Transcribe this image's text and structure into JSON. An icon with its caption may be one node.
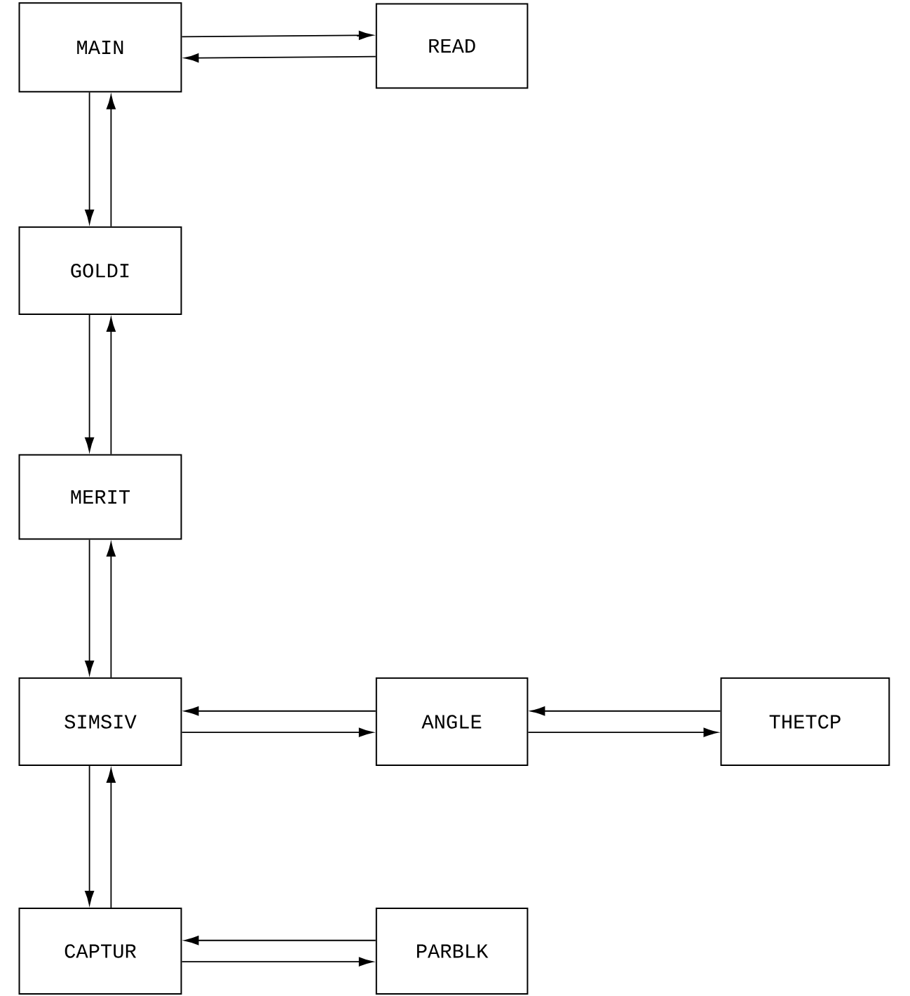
{
  "diagram": {
    "nodes": [
      {
        "text": [
          "MAIN"
        ]
      },
      {
        "text": [
          "READ"
        ]
      },
      {
        "text": [
          "GOLDI"
        ]
      },
      {
        "text": [
          "MERIT"
        ]
      },
      {
        "text": [
          "SIMSIV"
        ]
      },
      {
        "text": [
          "ANGLE"
        ]
      },
      {
        "text": [
          "THETCP"
        ]
      },
      {
        "text": [
          "CAPTUR"
        ]
      },
      {
        "text": [
          "PARBLK"
        ]
      }
    ],
    "edges": [
      {
        "from": 0,
        "to": 1,
        "arrow": "to"
      },
      {
        "from": 1,
        "to": 0,
        "arrow": "to"
      },
      {
        "from": 0,
        "to": 2,
        "arrow": "to"
      },
      {
        "from": 2,
        "to": 0,
        "arrow": "to"
      },
      {
        "from": 2,
        "to": 3,
        "arrow": "to"
      },
      {
        "from": 3,
        "to": 2,
        "arrow": "to"
      },
      {
        "from": 3,
        "to": 4,
        "arrow": "to"
      },
      {
        "from": 4,
        "to": 3,
        "arrow": "to"
      },
      {
        "from": 5,
        "to": 4,
        "arrow": "to"
      },
      {
        "from": 4,
        "to": 5,
        "arrow": "to"
      },
      {
        "from": 6,
        "to": 5,
        "arrow": "to"
      },
      {
        "from": 5,
        "to": 6,
        "arrow": "to"
      },
      {
        "from": 4,
        "to": 7,
        "arrow": "to"
      },
      {
        "from": 7,
        "to": 4,
        "arrow": "to"
      },
      {
        "from": 8,
        "to": 7,
        "arrow": "to"
      },
      {
        "from": 7,
        "to": 8,
        "arrow": "to"
      }
    ]
  }
}
